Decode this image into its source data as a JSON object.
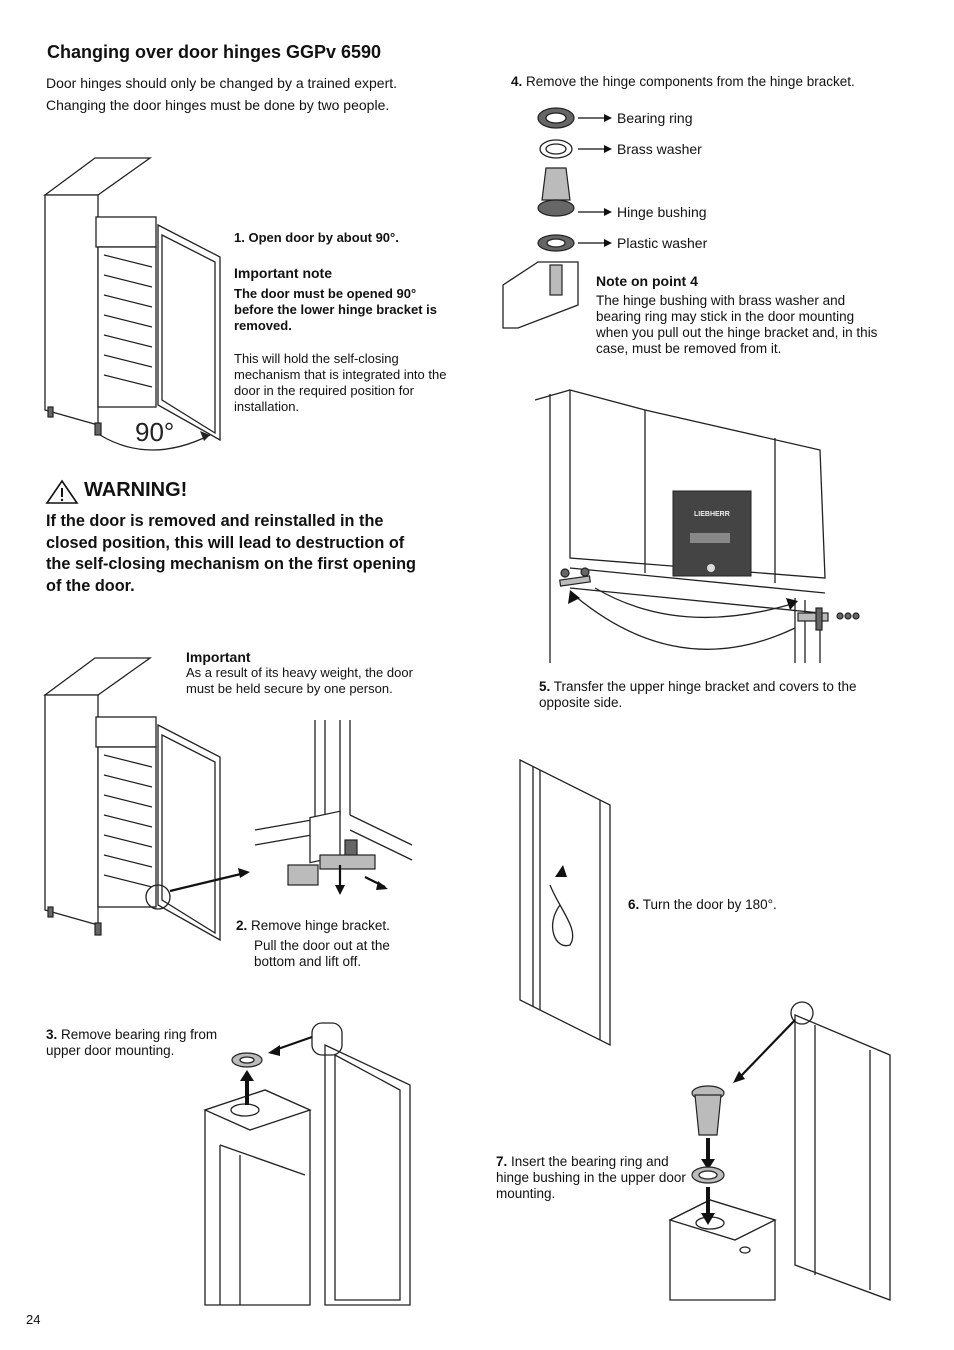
{
  "title": "Changing over door hinges GGPv 6590",
  "intro": [
    "Door hinges should only be changed by a trained expert.",
    "Changing the door hinges must be done by two people."
  ],
  "step1": {
    "num": "1.",
    "text": "Open door by about 90°."
  },
  "angle_label": "90°",
  "important_note": {
    "heading": "Important note",
    "bold": "The door must be opened 90° before the lower hinge bracket is removed.",
    "body": "This will hold the self-closing mechanism that is integrated into the door in the required position for installation."
  },
  "warning": {
    "heading": "WARNING!",
    "body": "If the door is removed and reinstalled in the closed position, this will lead to destruction of the self-closing mechanism on the first opening of the door."
  },
  "important": {
    "heading": "Important",
    "body": "As a result of its heavy weight, the door must be held secure by one person."
  },
  "step2": {
    "num": "2.",
    "text": "Remove hinge bracket.",
    "sub": "Pull the door out at the bottom and lift off."
  },
  "step3": {
    "num": "3.",
    "text": "Remove bearing ring from upper door mounting."
  },
  "step4": {
    "num": "4.",
    "text": "Remove the hinge components from the hinge bracket."
  },
  "parts": [
    "Bearing ring",
    "Brass washer",
    "Hinge bushing",
    "Plastic washer"
  ],
  "note4": {
    "heading": "Note on point 4",
    "body": "The hinge bushing with brass washer and bearing ring may stick in the door mounting when you pull out the hinge bracket and, in this case, must be removed from it."
  },
  "step5": {
    "num": "5.",
    "text": "Transfer the upper hinge bracket and covers to the opposite side."
  },
  "step6": {
    "num": "6.",
    "text": "Turn the door by 180°."
  },
  "step7": {
    "num": "7.",
    "text": "Insert the bearing ring and hinge bushing in the upper door mounting."
  },
  "brand_label": "LIEBHERR",
  "page_number": "24"
}
